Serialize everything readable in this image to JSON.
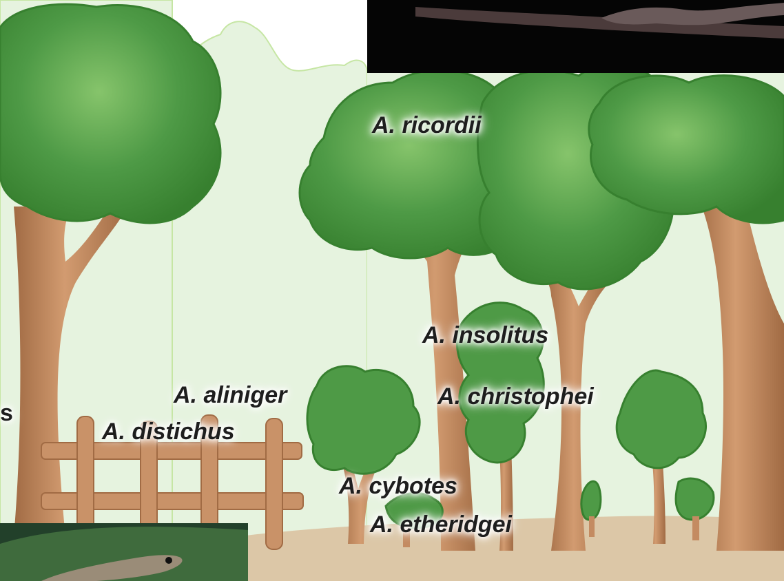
{
  "labels": {
    "ricordii": "A. ricordii",
    "insolitus": "A. insolitus",
    "christophei": "A. christophei",
    "aliniger": "A. aliniger",
    "distichus": "A. distichus",
    "cybotes": "A. cybotes",
    "etheridgei": "A. etheridgei",
    "cropped_edge": "s"
  },
  "colors": {
    "sky": "#e6f3df",
    "bush_line": "#c6e6a4",
    "ground": "#dcc7a7",
    "trunk": "#c48b61",
    "trunk_dark": "#a16b44",
    "foliage": "#4e9a46",
    "foliage_light": "#79bb63",
    "foliage_dark": "#37802f",
    "fence": "#c99268",
    "label_text": "#1e1e1e"
  },
  "photos": {
    "top": {
      "subject": "lizard-on-branch",
      "background": "#050505"
    },
    "bottom": {
      "subject": "lizard-on-leaf",
      "background": "#22402a"
    }
  }
}
